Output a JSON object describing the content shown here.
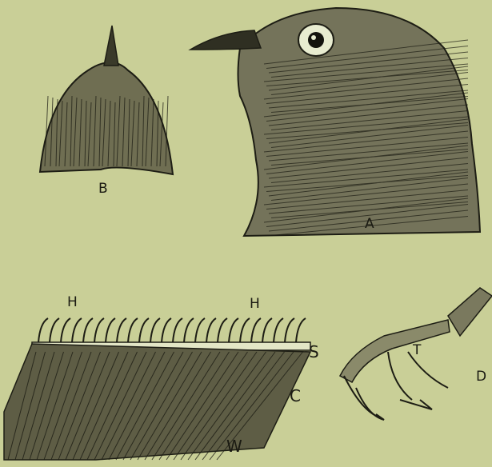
{
  "figure": {
    "background": "#c9cf97",
    "ink": "#1d1d14",
    "labels": {
      "a": "A",
      "b": "B",
      "c": "C",
      "d": "D",
      "h_left": "H",
      "h_right": "H",
      "s": "S",
      "t": "T",
      "w": "W"
    }
  }
}
